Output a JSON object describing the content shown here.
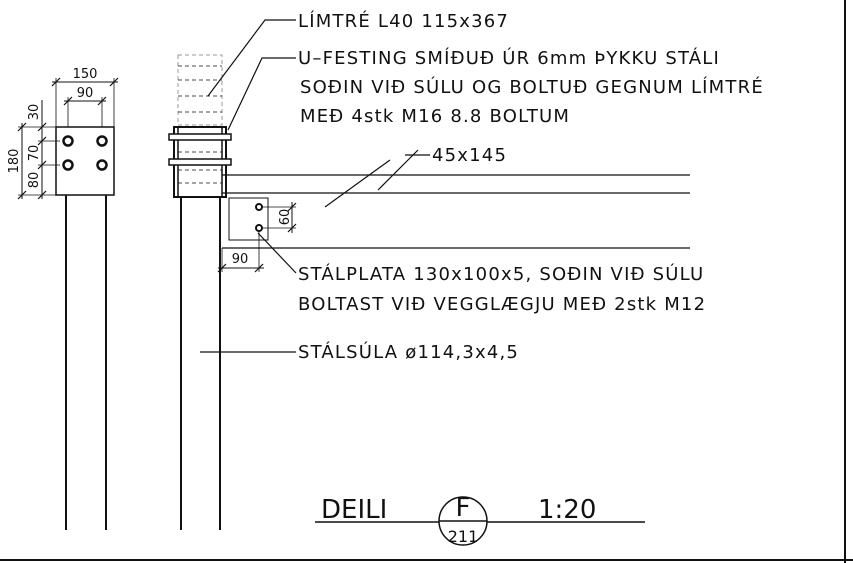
{
  "dimensions": {
    "plate_width": "150",
    "bolt_spacing_horizontal": "90",
    "plate_height": "180",
    "dim_30": "30",
    "dim_70": "70",
    "dim_80": "80",
    "bolt_spacing_vertical": "60",
    "offset": "90"
  },
  "annotations": {
    "glulam": "LÍMTRÉ L40 115x367",
    "u_bracket_line1": "U–FESTING SMÍÐUÐ ÚR 6mm ÞYKKU STÁLI",
    "u_bracket_line2": "SOÐIN VIÐ SÚLU OG BOLTUÐ GEGNUM LÍMTRÉ",
    "u_bracket_line3": "MEÐ 4stk M16 8.8 BOLTUM",
    "joist": "45x145",
    "steel_plate_line1": "STÁLPLATA 130x100x5, SOÐIN VIÐ SÚLU",
    "steel_plate_line2": "BOLTAST VIÐ VEGGLÆGJU MEÐ 2stk M12",
    "steel_column": "STÁLSÚLA ø114,3x4,5"
  },
  "title_block": {
    "title": "DEILI",
    "detail_letter": "F",
    "sheet_number": "211",
    "scale": "1:20"
  }
}
